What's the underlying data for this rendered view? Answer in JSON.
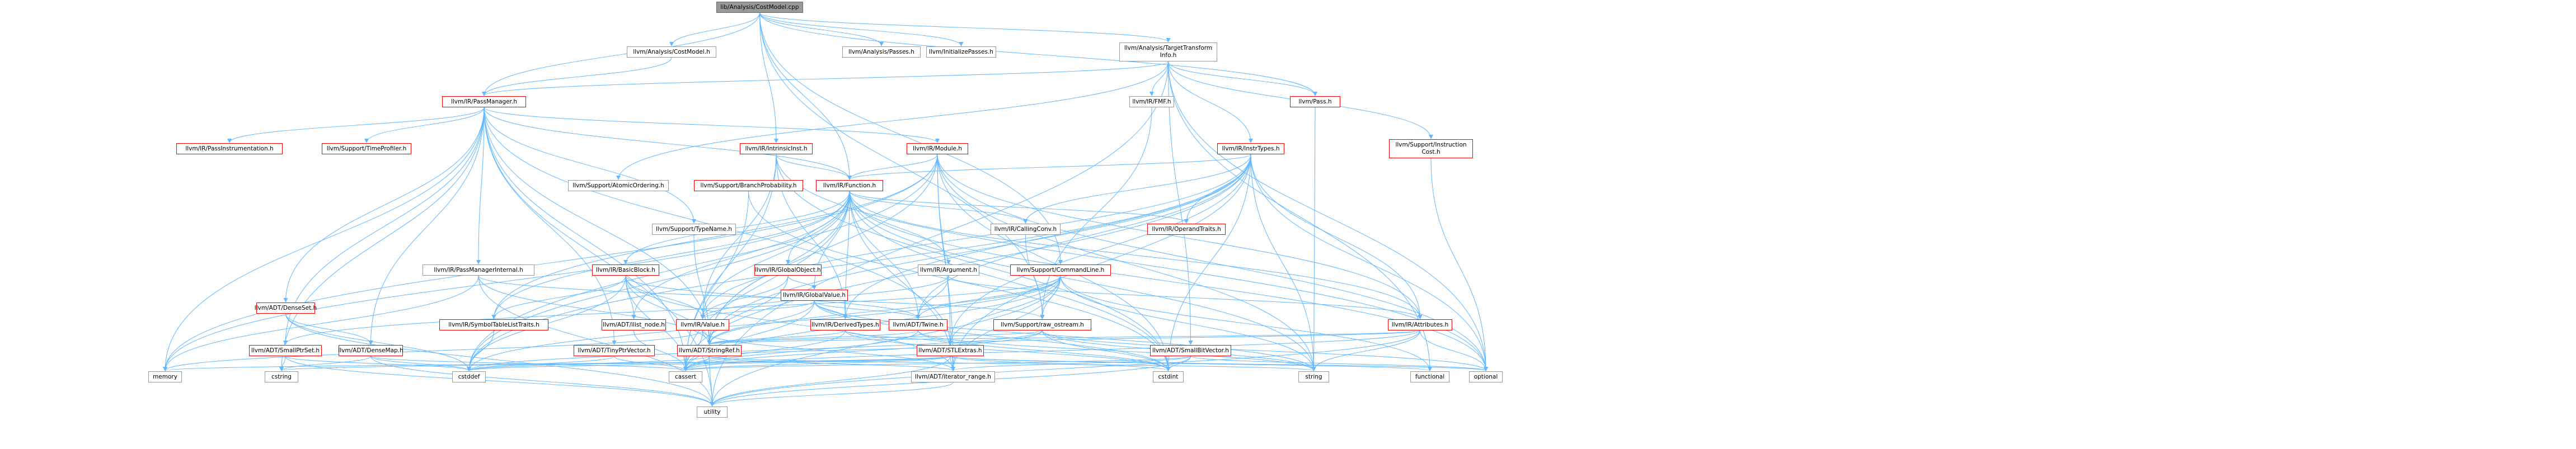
{
  "colors": {
    "edge": "#63b8ff",
    "arrow": "#63b8ff",
    "node_border": "#999999",
    "truncated_border": "#ff0000",
    "root_fill": "#999999"
  },
  "nodes": {
    "root": "lib/Analysis/CostModel.cpp",
    "analysis_costmodel": "llvm/Analysis/CostModel.h",
    "analysis_passes": "llvm/Analysis/Passes.h",
    "initialize_passes": "llvm/InitializePasses.h",
    "tti_line1": "llvm/Analysis/TargetTransform",
    "tti_line2": "Info.h",
    "ir_passmanager": "llvm/IR/PassManager.h",
    "pass": "llvm/Pass.h",
    "ir_fmf": "llvm/IR/FMF.h",
    "ir_intrinsicinst": "llvm/IR/IntrinsicInst.h",
    "ir_module": "llvm/IR/Module.h",
    "ir_insttypes": "llvm/IR/InstrTypes.h",
    "ir_passinstrumentation": "llvm/IR/PassInstrumentation.h",
    "support_timeprofiler": "llvm/Support/TimeProfiler.h",
    "support_instcost_line1": "llvm/Support/Instruction",
    "support_instcost_line2": "Cost.h",
    "support_atomicordering": "llvm/Support/AtomicOrdering.h",
    "support_branchprob": "llvm/Support/BranchProbability.h",
    "ir_function": "llvm/IR/Function.h",
    "support_typename": "llvm/Support/TypeName.h",
    "ir_callingconv": "llvm/IR/CallingConv.h",
    "ir_operandtraits": "llvm/IR/OperandTraits.h",
    "ir_passmanagerinternal": "llvm/IR/PassManagerInternal.h",
    "ir_basicblock": "llvm/IR/BasicBlock.h",
    "ir_globalobject": "llvm/IR/GlobalObject.h",
    "ir_globalvalue": "llvm/IR/GlobalValue.h",
    "ir_argument": "llvm/IR/Argument.h",
    "support_commandline": "llvm/Support/CommandLine.h",
    "adt_denseset": "llvm/ADT/DenseSet.h",
    "ir_symboltablelisttraits": "llvm/IR/SymbolTableListTraits.h",
    "adt_ilist_node": "llvm/ADT/ilist_node.h",
    "ir_derivedtypes": "llvm/IR/DerivedTypes.h",
    "adt_twine": "llvm/ADT/Twine.h",
    "support_raw_ostream": "llvm/Support/raw_ostream.h",
    "ir_attributes": "llvm/IR/Attributes.h",
    "ir_value": "llvm/IR/Value.h",
    "adt_smallptrset": "llvm/ADT/SmallPtrSet.h",
    "adt_densemap": "llvm/ADT/DenseMap.h",
    "adt_tinyptrvector": "llvm/ADT/TinyPtrVector.h",
    "adt_stringref": "llvm/ADT/StringRef.h",
    "adt_stlextras": "llvm/ADT/STLExtras.h",
    "adt_smallbitvector": "llvm/ADT/SmallBitVector.h",
    "memory": "memory",
    "cstring": "cstring",
    "cstddef": "cstddef",
    "cassert": "cassert",
    "adt_iterator_range": "llvm/ADT/iterator_range.h",
    "cstdint": "cstdint",
    "string": "string",
    "functional": "functional",
    "optional": "optional",
    "utility": "utility"
  }
}
